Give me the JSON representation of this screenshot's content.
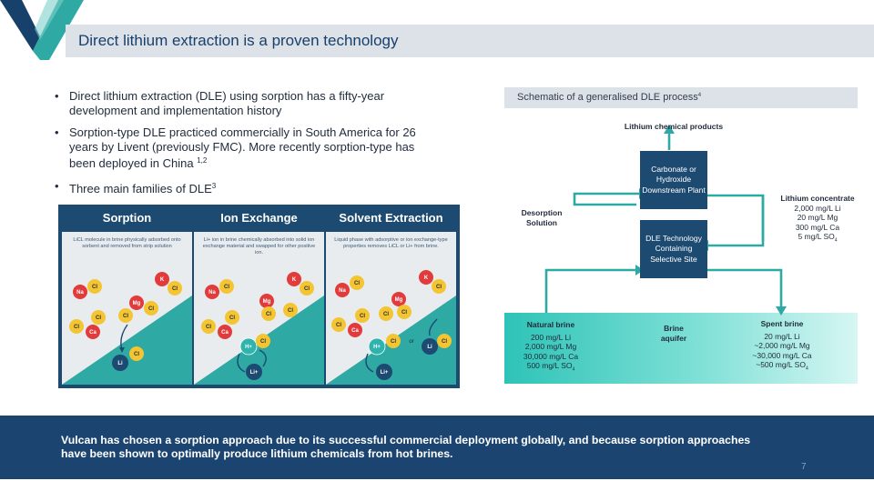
{
  "slide": {
    "title": "Direct lithium extraction is a proven technology",
    "page_number": "7"
  },
  "bullets": [
    {
      "text": "Direct lithium extraction (DLE) using sorption has a fifty-year development and implementation history",
      "sup": ""
    },
    {
      "text": "Sorption-type DLE practiced commercially in South America for 26 years by Livent (previously FMC). More recently sorption-type has been deployed in China ",
      "sup": "1,2"
    },
    {
      "text": "Three main families of DLE",
      "sup": "3"
    }
  ],
  "families": [
    {
      "title": "Sorption",
      "desc": "LiCL molecule in brine physically adsorbed onto sorbent and removed from strip solution"
    },
    {
      "title": "Ion Exchange",
      "desc": "Li+ ion in brine chemically absorbed into solid ion exchange material and swapped for other positive ion."
    },
    {
      "title": "Solvent Extraction",
      "desc": "Liquid phase with adsorptive or ion exchange-type properties removes LiCL or Li+ from brine."
    }
  ],
  "ion_labels": {
    "na": "Na",
    "cl": "Cl",
    "k": "K",
    "mg": "Mg",
    "ca": "Ca",
    "li": "Li",
    "h_plus": "H+",
    "li_plus": "Li+",
    "or": "or"
  },
  "schematic": {
    "title": "Schematic of a generalised DLE process",
    "title_sup": "4",
    "products_label": "Lithium chemical products",
    "downstream_box": "Carbonate or Hydroxide Downstream Plant",
    "dle_box": "DLE Technology Containing Selective Site",
    "desorption_label": "Desorption Solution",
    "concentrate": {
      "title": "Lithium concentrate",
      "lines": [
        "2,000 mg/L Li",
        "20 mg/L Mg",
        "300 mg/L Ca",
        "5 mg/L SO"
      ],
      "so4_sub": "4"
    },
    "natural_brine": {
      "title": "Natural brine",
      "lines": [
        "200 mg/L Li",
        "2,000 mg/L Mg",
        "30,000 mg/L Ca",
        "500 mg/L SO"
      ],
      "so4_sub": "4"
    },
    "aquifer_label": "Brine aquifer",
    "spent_brine": {
      "title": "Spent brine",
      "lines": [
        "20 mg/L Li",
        "~2,000 mg/L Mg",
        "~30,000 mg/L Ca",
        "~500 mg/L SO"
      ],
      "so4_sub": "4"
    }
  },
  "footer": {
    "text": "Vulcan has chosen a sorption approach due to its successful commercial deployment globally, and because sorption approaches have been shown to optimally produce lithium chemicals from hot brines."
  },
  "colors": {
    "navy": "#1d4a71",
    "teal": "#2ea9a4",
    "ion_red": "#e23b3b",
    "ion_yellow": "#f4c431",
    "ion_blue": "#1d4a71",
    "ion_teal": "#2fb3ad"
  }
}
